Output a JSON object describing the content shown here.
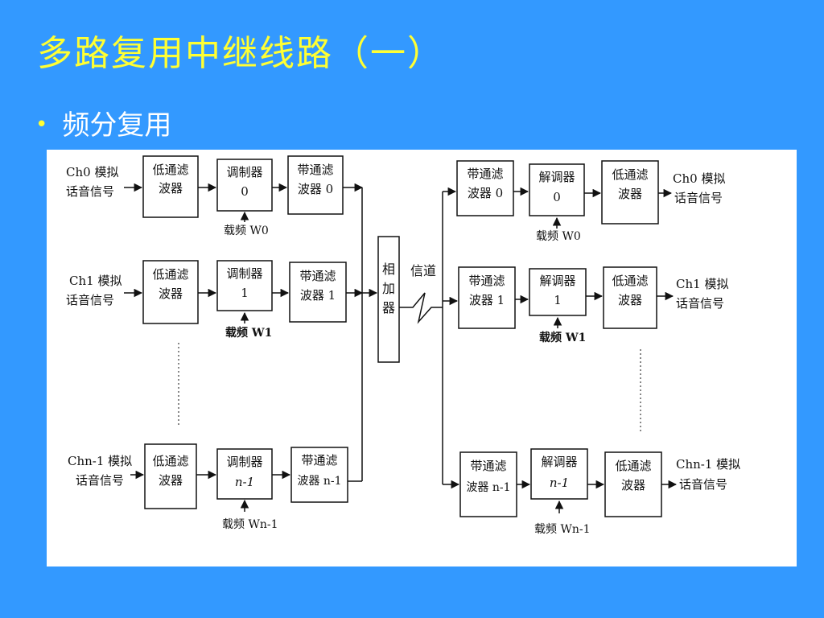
{
  "slide": {
    "title": "多路复用中继线路（一）",
    "bullet": "频分复用"
  },
  "diagram": {
    "tx_rows": [
      {
        "input_line1": "Ch0 模拟",
        "input_line2": "话音信号",
        "lpf_line1": "低通滤",
        "lpf_line2": "波器",
        "mod_line1": "调制器",
        "mod_line2": "0",
        "carrier": "载频 W0",
        "bpf_line1": "带通滤",
        "bpf_line2": "波器 0"
      },
      {
        "input_line1": "Ch1 模拟",
        "input_line2": "话音信号",
        "lpf_line1": "低通滤",
        "lpf_line2": "波器",
        "mod_line1": "调制器",
        "mod_line2": "1",
        "carrier": "载频 W1",
        "bpf_line1": "带通滤",
        "bpf_line2": "波器 1"
      },
      {
        "input_line1": "Chn-1 模拟",
        "input_line2": "话音信号",
        "lpf_line1": "低通滤",
        "lpf_line2": "波器",
        "mod_line1": "调制器",
        "mod_line2": "n-1",
        "carrier": "载频 Wn-1",
        "bpf_line1": "带通滤",
        "bpf_line2": "波器 n-1"
      }
    ],
    "adder": [
      "相",
      "加",
      "器"
    ],
    "channel_label": "信道",
    "rx_rows": [
      {
        "bpf_line1": "带通滤",
        "bpf_line2": "波器 0",
        "demod_line1": "解调器",
        "demod_line2": "0",
        "carrier": "载频 W0",
        "lpf_line1": "低通滤",
        "lpf_line2": "波器",
        "output_line1": "Ch0 模拟",
        "output_line2": "话音信号"
      },
      {
        "bpf_line1": "带通滤",
        "bpf_line2": "波器 1",
        "demod_line1": "解调器",
        "demod_line2": "1",
        "carrier": "载频 W1",
        "lpf_line1": "低通滤",
        "lpf_line2": "波器",
        "output_line1": "Ch1 模拟",
        "output_line2": "话音信号"
      },
      {
        "bpf_line1": "带通滤",
        "bpf_line2": "波器 n-1",
        "demod_line1": "解调器",
        "demod_line2": "n-1",
        "carrier": "载频 Wn-1",
        "lpf_line1": "低通滤",
        "lpf_line2": "波器",
        "output_line1": "Chn-1 模拟",
        "output_line2": "话音信号"
      }
    ]
  }
}
